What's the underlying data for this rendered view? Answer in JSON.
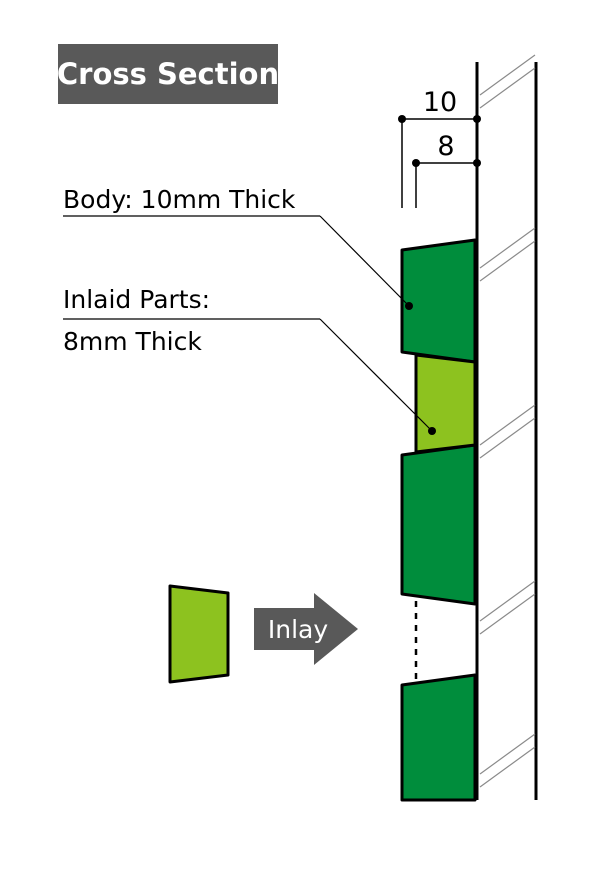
{
  "title": "Cross Section",
  "dimensions": {
    "outer": "10",
    "inner": "8"
  },
  "callouts": {
    "body": "Body: 10mm Thick",
    "inlaid_line1": "Inlaid Parts:",
    "inlaid_line2": "8mm Thick"
  },
  "arrow_label": "Inlay",
  "colors": {
    "body_green": "#008d3c",
    "inlay_green": "#8dc21f",
    "title_bg": "#595959",
    "arrow_bg": "#595959",
    "line": "#000000",
    "hatch": "#8a8a8a"
  }
}
